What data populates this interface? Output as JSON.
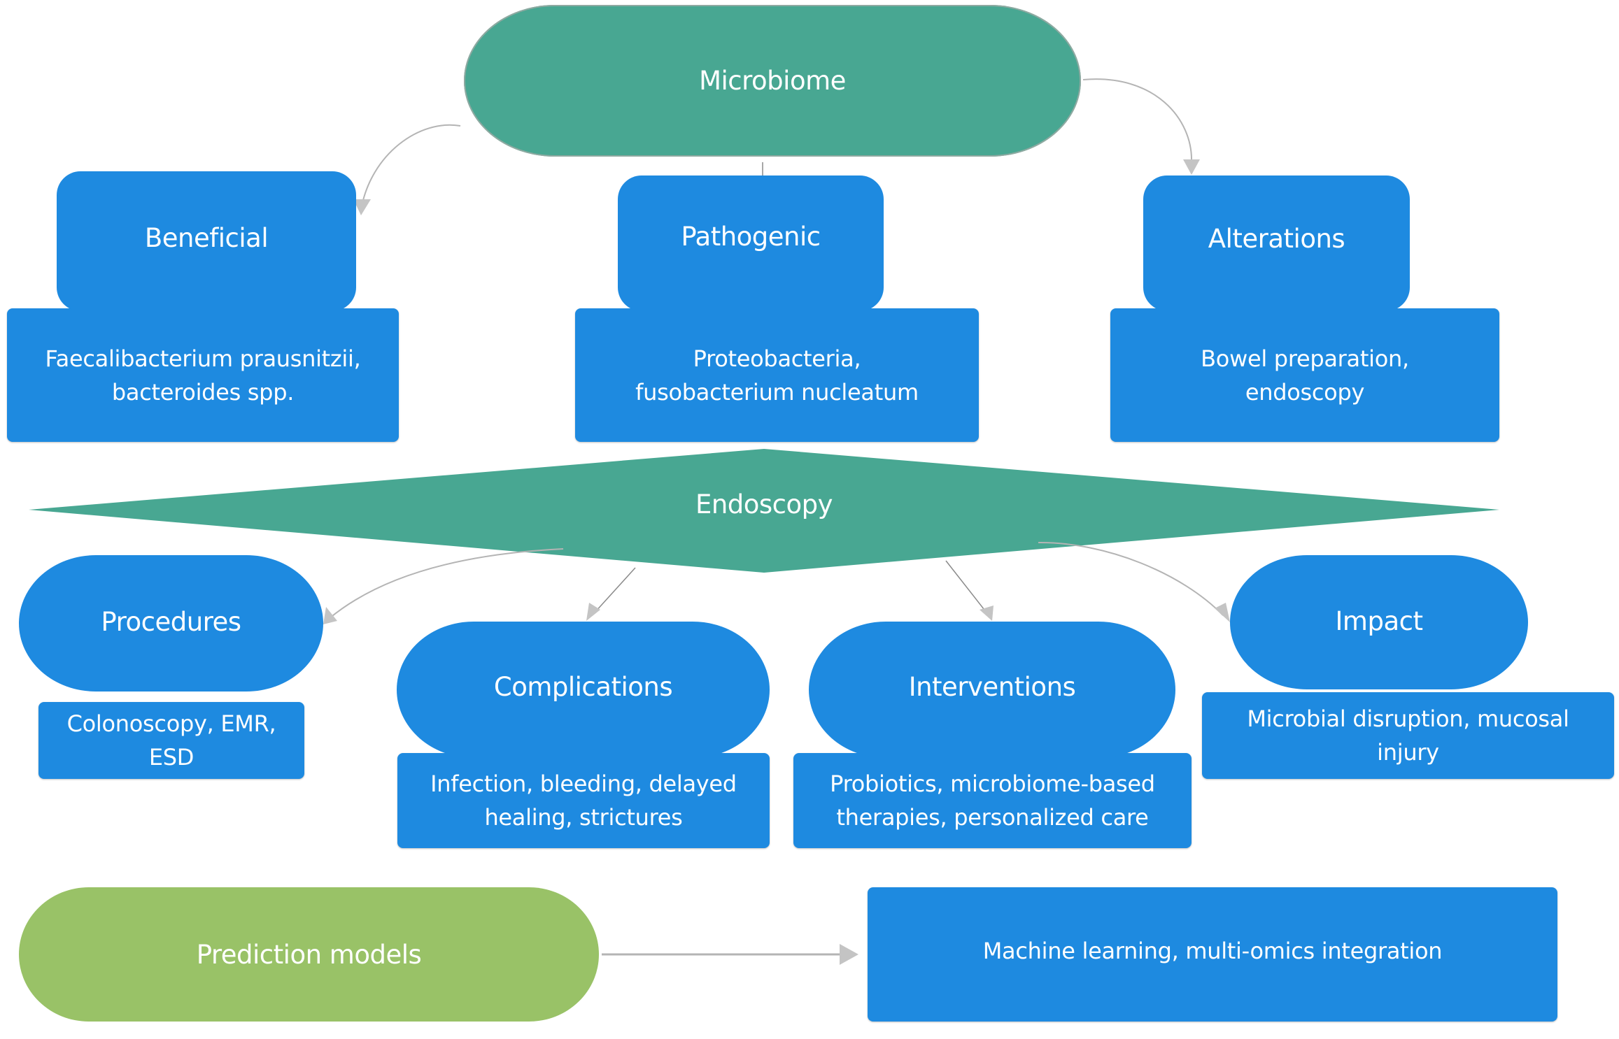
{
  "diagram": {
    "root": {
      "label": "Microbiome",
      "color": "#48a792"
    },
    "microbiome_branches": [
      {
        "label": "Beneficial",
        "detail_lines": [
          "Faecalibacterium prausnitzii,",
          "bacteroides spp."
        ]
      },
      {
        "label": "Pathogenic",
        "detail_lines": [
          "Proteobacteria,",
          "fusobacterium nucleatum"
        ]
      },
      {
        "label": "Alterations",
        "detail_lines": [
          "Bowel preparation,",
          "endoscopy"
        ]
      }
    ],
    "hub": {
      "label": "Endoscopy",
      "color": "#48a792"
    },
    "endoscopy_branches": [
      {
        "label": "Procedures",
        "detail_lines": [
          "Colonoscopy, EMR,",
          "ESD"
        ]
      },
      {
        "label": "Complications",
        "detail_lines": [
          "Infection, bleeding, delayed",
          "healing, strictures"
        ]
      },
      {
        "label": "Interventions",
        "detail_lines": [
          "Probiotics, microbiome-based",
          "therapies, personalized care"
        ]
      },
      {
        "label": "Impact",
        "detail_lines": [
          "Microbial disruption, mucosal",
          "injury"
        ]
      }
    ],
    "prediction": {
      "label": "Prediction models",
      "color": "#99c267"
    },
    "prediction_output": {
      "label": "Machine learning, multi-omics integration"
    },
    "colors": {
      "node_blue": "#1e8ae0",
      "connector_gray": "#b4b4b4"
    },
    "edges": [
      {
        "from": "Microbiome",
        "to": "Beneficial"
      },
      {
        "from": "Microbiome",
        "to": "Pathogenic"
      },
      {
        "from": "Microbiome",
        "to": "Alterations"
      },
      {
        "from": "Endoscopy",
        "to": "Procedures"
      },
      {
        "from": "Endoscopy",
        "to": "Complications"
      },
      {
        "from": "Endoscopy",
        "to": "Interventions"
      },
      {
        "from": "Endoscopy",
        "to": "Impact"
      },
      {
        "from": "Prediction models",
        "to": "Machine learning, multi-omics integration"
      }
    ]
  }
}
